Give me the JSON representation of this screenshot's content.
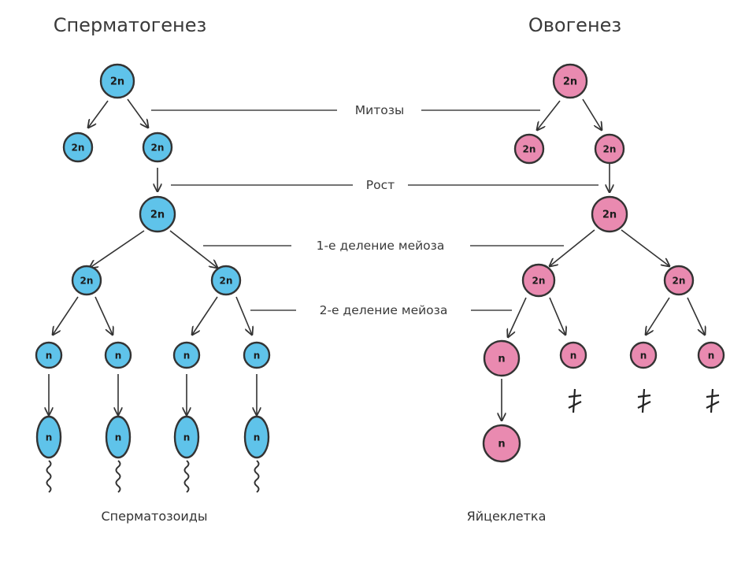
{
  "titles": {
    "left": "Сперматогенез",
    "right": "Овогенез"
  },
  "stages": {
    "mitosis": "Митозы",
    "growth": "Рост",
    "meiosis1": "1-е деление мейоза",
    "meiosis2": "2-е деление мейоза"
  },
  "captions": {
    "left": "Сперматозоиды",
    "right": "Яйцеклетка"
  },
  "cells": {
    "diploid": "2n",
    "haploid": "n"
  },
  "colors": {
    "sperm_fill": "#5fc3ea",
    "egg_fill": "#e98ab0",
    "outline": "#333333"
  },
  "icons": {
    "degenerated": "dagger-cross-icon",
    "tail": "wavy-tail"
  }
}
